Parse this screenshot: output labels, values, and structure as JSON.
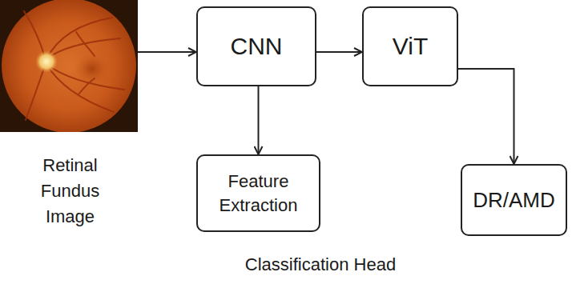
{
  "diagram": {
    "nodes": [
      {
        "text": [
          "Retinal Fundus Image"
        ]
      },
      {
        "text": [
          "CNN"
        ]
      },
      {
        "text": [
          "ViT"
        ]
      },
      {
        "text": [
          "Feature Extraction"
        ]
      },
      {
        "text": [
          "DR/AMD"
        ]
      }
    ],
    "edges": [
      {
        "from": 0,
        "to": 1,
        "arrow": "to"
      },
      {
        "from": 1,
        "to": 2,
        "arrow": "to"
      },
      {
        "from": 1,
        "to": 3,
        "arrow": "to"
      },
      {
        "from": 2,
        "to": 4,
        "arrow": "to"
      }
    ],
    "labels": [
      "Classification Head"
    ]
  }
}
